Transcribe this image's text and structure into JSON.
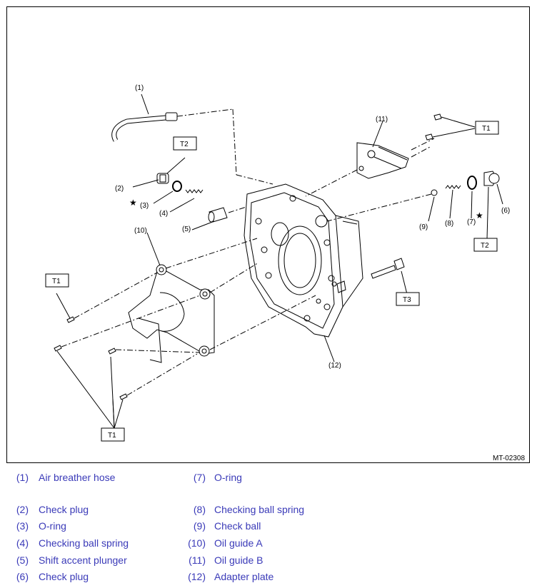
{
  "figure": {
    "ref_code": "MT-02308",
    "callouts": [
      "(1)",
      "(2)",
      "(3)",
      "(4)",
      "(5)",
      "(6)",
      "(7)",
      "(8)",
      "(9)",
      "(10)",
      "(11)",
      "(12)"
    ],
    "torque_tags": {
      "t1": "T1",
      "t2": "T2",
      "t3": "T3"
    },
    "star": "★"
  },
  "legend": {
    "left": [
      {
        "num": "(1)",
        "text": "Air breather hose"
      },
      {
        "num": "(2)",
        "text": "Check plug"
      },
      {
        "num": "(3)",
        "text": "O-ring"
      },
      {
        "num": "(4)",
        "text": "Checking ball spring"
      },
      {
        "num": "(5)",
        "text": "Shift accent plunger"
      },
      {
        "num": "(6)",
        "text": "Check plug"
      }
    ],
    "right": [
      {
        "num": "(7)",
        "text": "O-ring"
      },
      {
        "num": "(8)",
        "text": "Checking ball spring"
      },
      {
        "num": "(9)",
        "text": "Check ball"
      },
      {
        "num": "(10)",
        "text": "Oil guide A"
      },
      {
        "num": "(11)",
        "text": "Oil guide B"
      },
      {
        "num": "(12)",
        "text": "Adapter plate"
      }
    ],
    "text_color": "#3a3ab8"
  }
}
